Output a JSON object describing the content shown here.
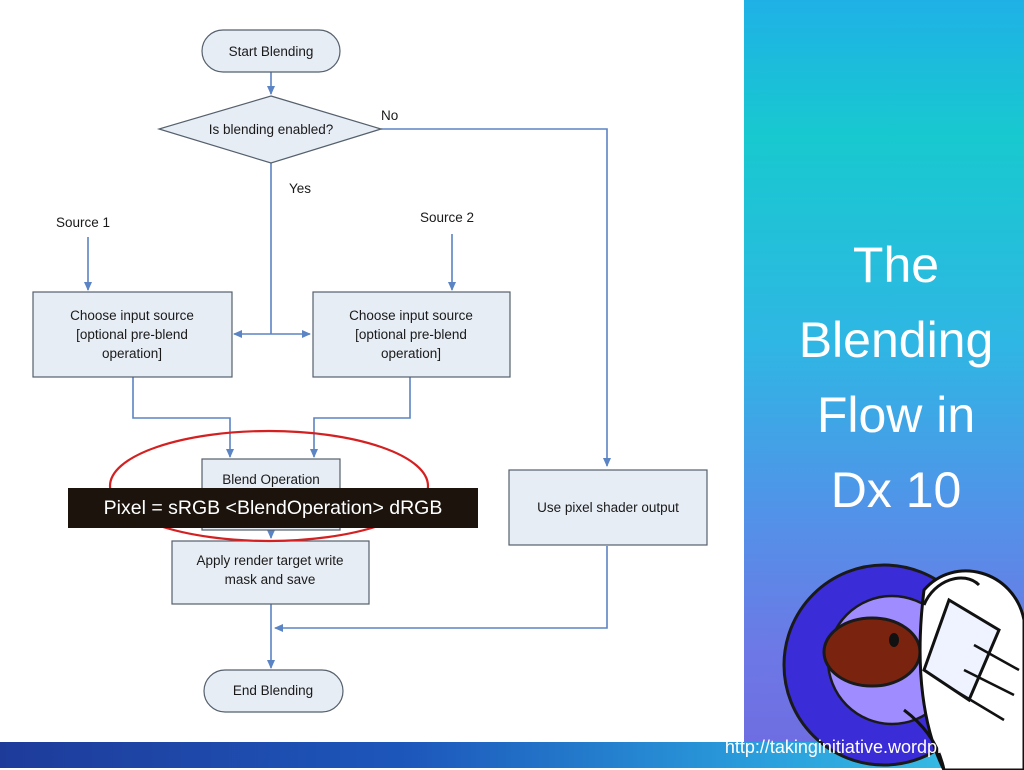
{
  "slide": {
    "title_lines": [
      "The",
      "Blending",
      "Flow in",
      "Dx 10"
    ],
    "caption": "Pixel = sRGB <BlendOperation> dRGB",
    "url": "http://takinginitiative.wordpress.com"
  },
  "flowchart": {
    "start": "Start Blending",
    "decision": "Is blending enabled?",
    "edge_no": "No",
    "edge_yes": "Yes",
    "source1": "Source 1",
    "source2": "Source 2",
    "choose1": [
      "Choose input source",
      "[optional pre-blend",
      "operation]"
    ],
    "choose2": [
      "Choose input source",
      "[optional pre-blend",
      "operation]"
    ],
    "blend_op": "Blend Operation",
    "apply": [
      "Apply render target write",
      "mask and save"
    ],
    "shader": "Use pixel shader output",
    "end": "End Blending"
  },
  "colors": {
    "edge": "#5b84c4",
    "highlight_ellipse": "#d42020",
    "node_fill": "#e7edf5"
  }
}
